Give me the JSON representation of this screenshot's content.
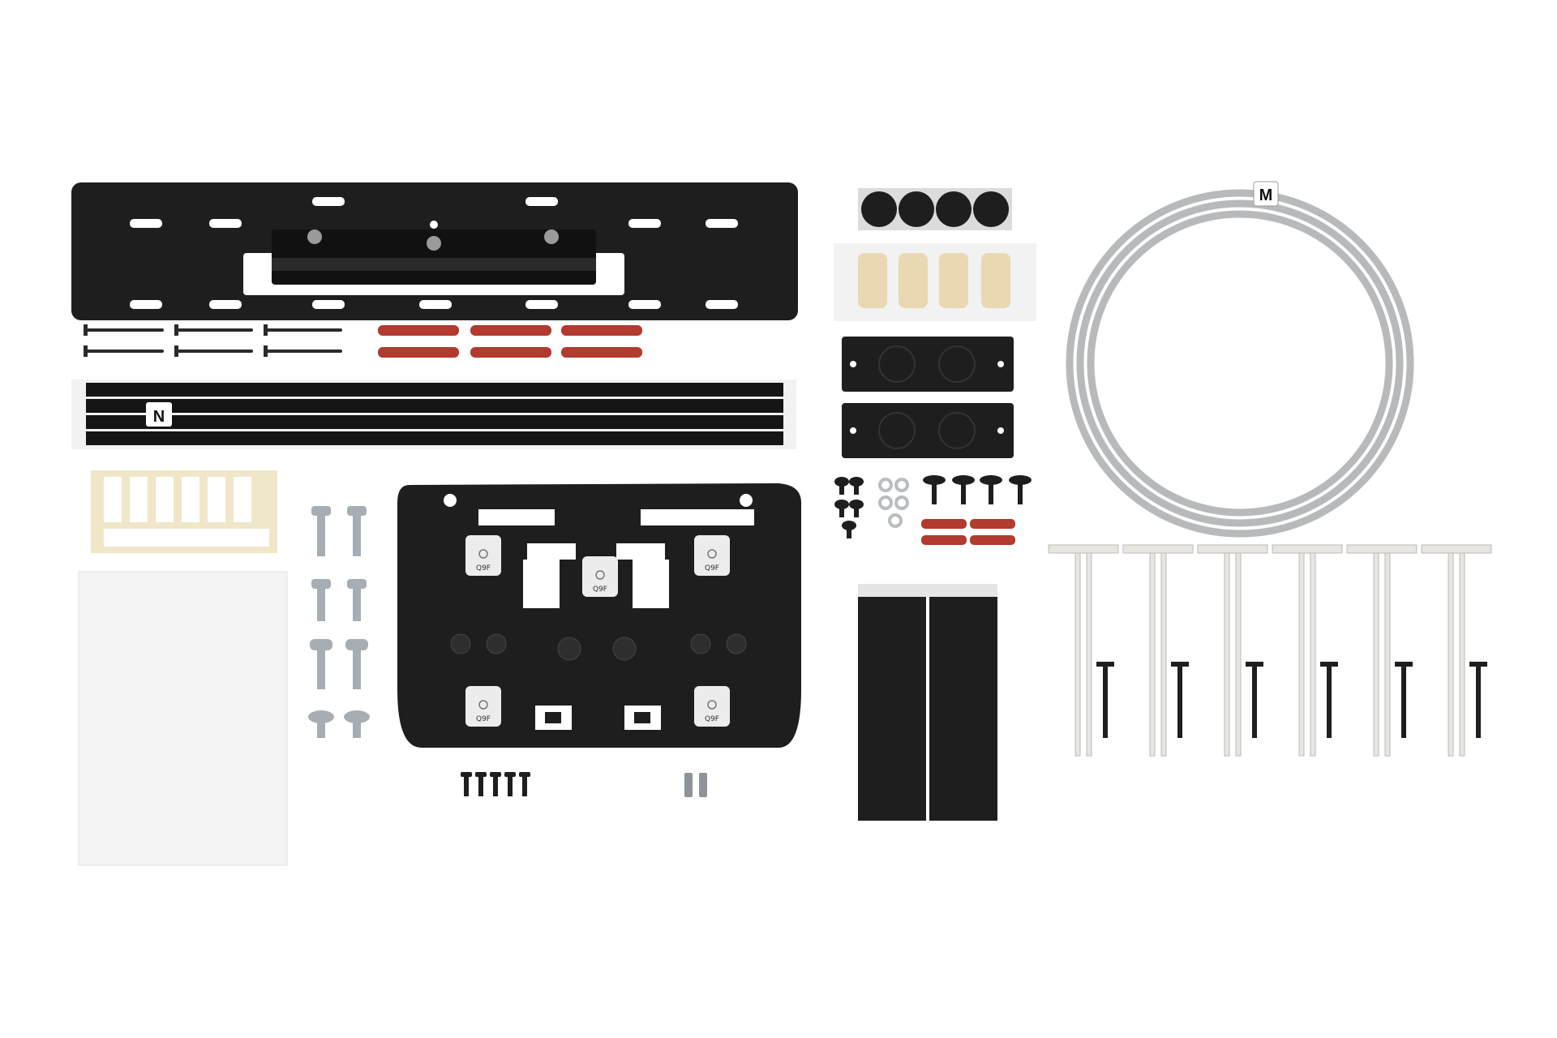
{
  "parts": {
    "slim_cable_label": "N",
    "cable_coil_label": "M",
    "bracket_clip_label": "Q9F"
  },
  "colors": {
    "background": "#ffffff",
    "bracket_black": "#1e1e1e",
    "anchor_red": "#b23a2e",
    "cable_grey": "#b7b9bb",
    "spacer_cream": "#f0e6c8",
    "toggle_bolt_clear": "#e7e6e1"
  },
  "icons": [
    "wall-plate-icon",
    "screw-icon",
    "wall-anchor-icon",
    "slim-cable-icon",
    "adhesive-pad-icon",
    "cable-holder-icon",
    "bracket-icon",
    "cable-coil-icon",
    "toggle-bolt-icon",
    "cover-panel-icon"
  ]
}
